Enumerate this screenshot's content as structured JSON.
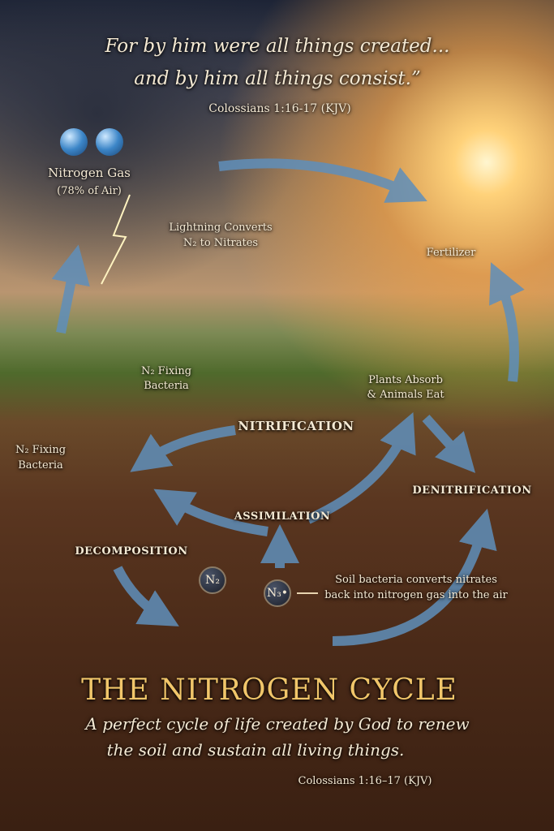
{
  "quote": {
    "line1": "For by him were all things created...",
    "line2": "and by him all things consist.”",
    "citation": "Colossians 1:16-17 (KJV)"
  },
  "labels": {
    "nitrogen_gas": "Nitrogen Gas",
    "nitrogen_gas_sub": "(78% of Air)",
    "lightning_1": "Lightning Converts",
    "lightning_2": "N₂ to Nitrates",
    "fertilizer": "Fertilizer",
    "fixing_mid_1": "N₂ Fixing",
    "fixing_mid_2": "Bacteria",
    "plants_1": "Plants Absorb",
    "plants_2": "& Animals Eat",
    "nitrification": "NITRIFICATION",
    "fixing_left_1": "N₂ Fixing",
    "fixing_left_2": "Bacteria",
    "denitrification": "DENITRIFICATION",
    "assimilation": "ASSIMILATION",
    "decomposition": "DECOMPOSITION",
    "mol_n2": "N₂",
    "mol_n3": "N₃•",
    "soil_1": "Soil bacteria converts nitrates",
    "soil_2": "back into nitrogen gas into the air"
  },
  "footer": {
    "title": "THE NITROGEN CYCLE",
    "sub1": "A perfect cycle of life created by God to renew",
    "sub2": "the soil and sustain all living things.",
    "citation": "Colossians 1:16–17 (KJV)"
  },
  "colors": {
    "arrow": "#6f9cc4",
    "title": "#f1c66a",
    "text": "#f4e9d3"
  }
}
